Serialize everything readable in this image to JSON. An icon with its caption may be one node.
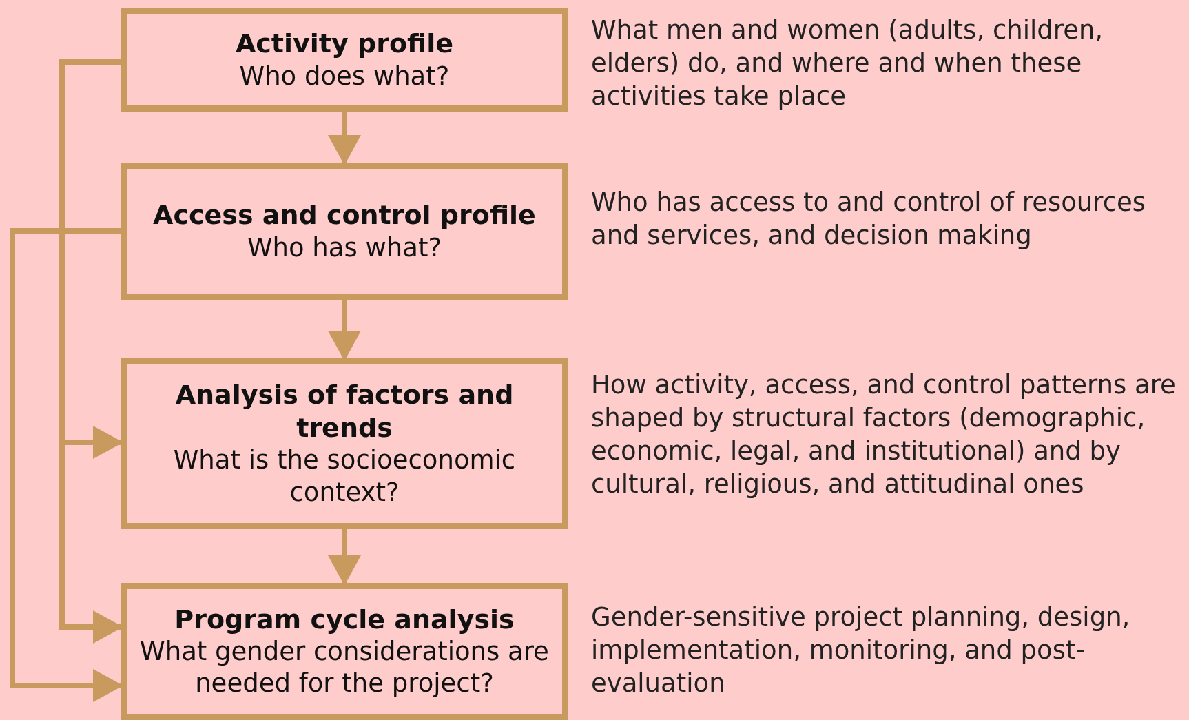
{
  "diagram": {
    "nodes": [
      {
        "text": [
          "Activity profile",
          "Who does what?"
        ],
        "beside": [
          "What men and women (adults, children, elders) do, and where and when these activities take place"
        ]
      },
      {
        "text": [
          "Access and control profile",
          "Who has what?"
        ],
        "beside": [
          "Who has access to and control of resources and services, and decision making"
        ]
      },
      {
        "text": [
          "Analysis of factors and trends",
          "What is the socioeconomic context?"
        ],
        "beside": [
          "How activity, access, and control patterns are shaped by structural factors (demographic, economic, legal, and institutional) and by cultural, religious, and attitudinal ones"
        ]
      },
      {
        "text": [
          "Program cycle analysis",
          "What gender considerations are needed for the project?"
        ],
        "beside": [
          "Gender-sensitive project planning, design, implementation, monitoring, and post-evaluation"
        ]
      }
    ],
    "edges": [
      {
        "from": 0,
        "to": 1,
        "arrow": "to"
      },
      {
        "from": 1,
        "to": 2,
        "arrow": "to"
      },
      {
        "from": 2,
        "to": 3,
        "arrow": "to"
      },
      {
        "from": 0,
        "to": 2,
        "arrow": "to"
      },
      {
        "from": 0,
        "to": 3,
        "arrow": "to"
      },
      {
        "from": 1,
        "to": 3,
        "arrow": "to"
      }
    ]
  }
}
